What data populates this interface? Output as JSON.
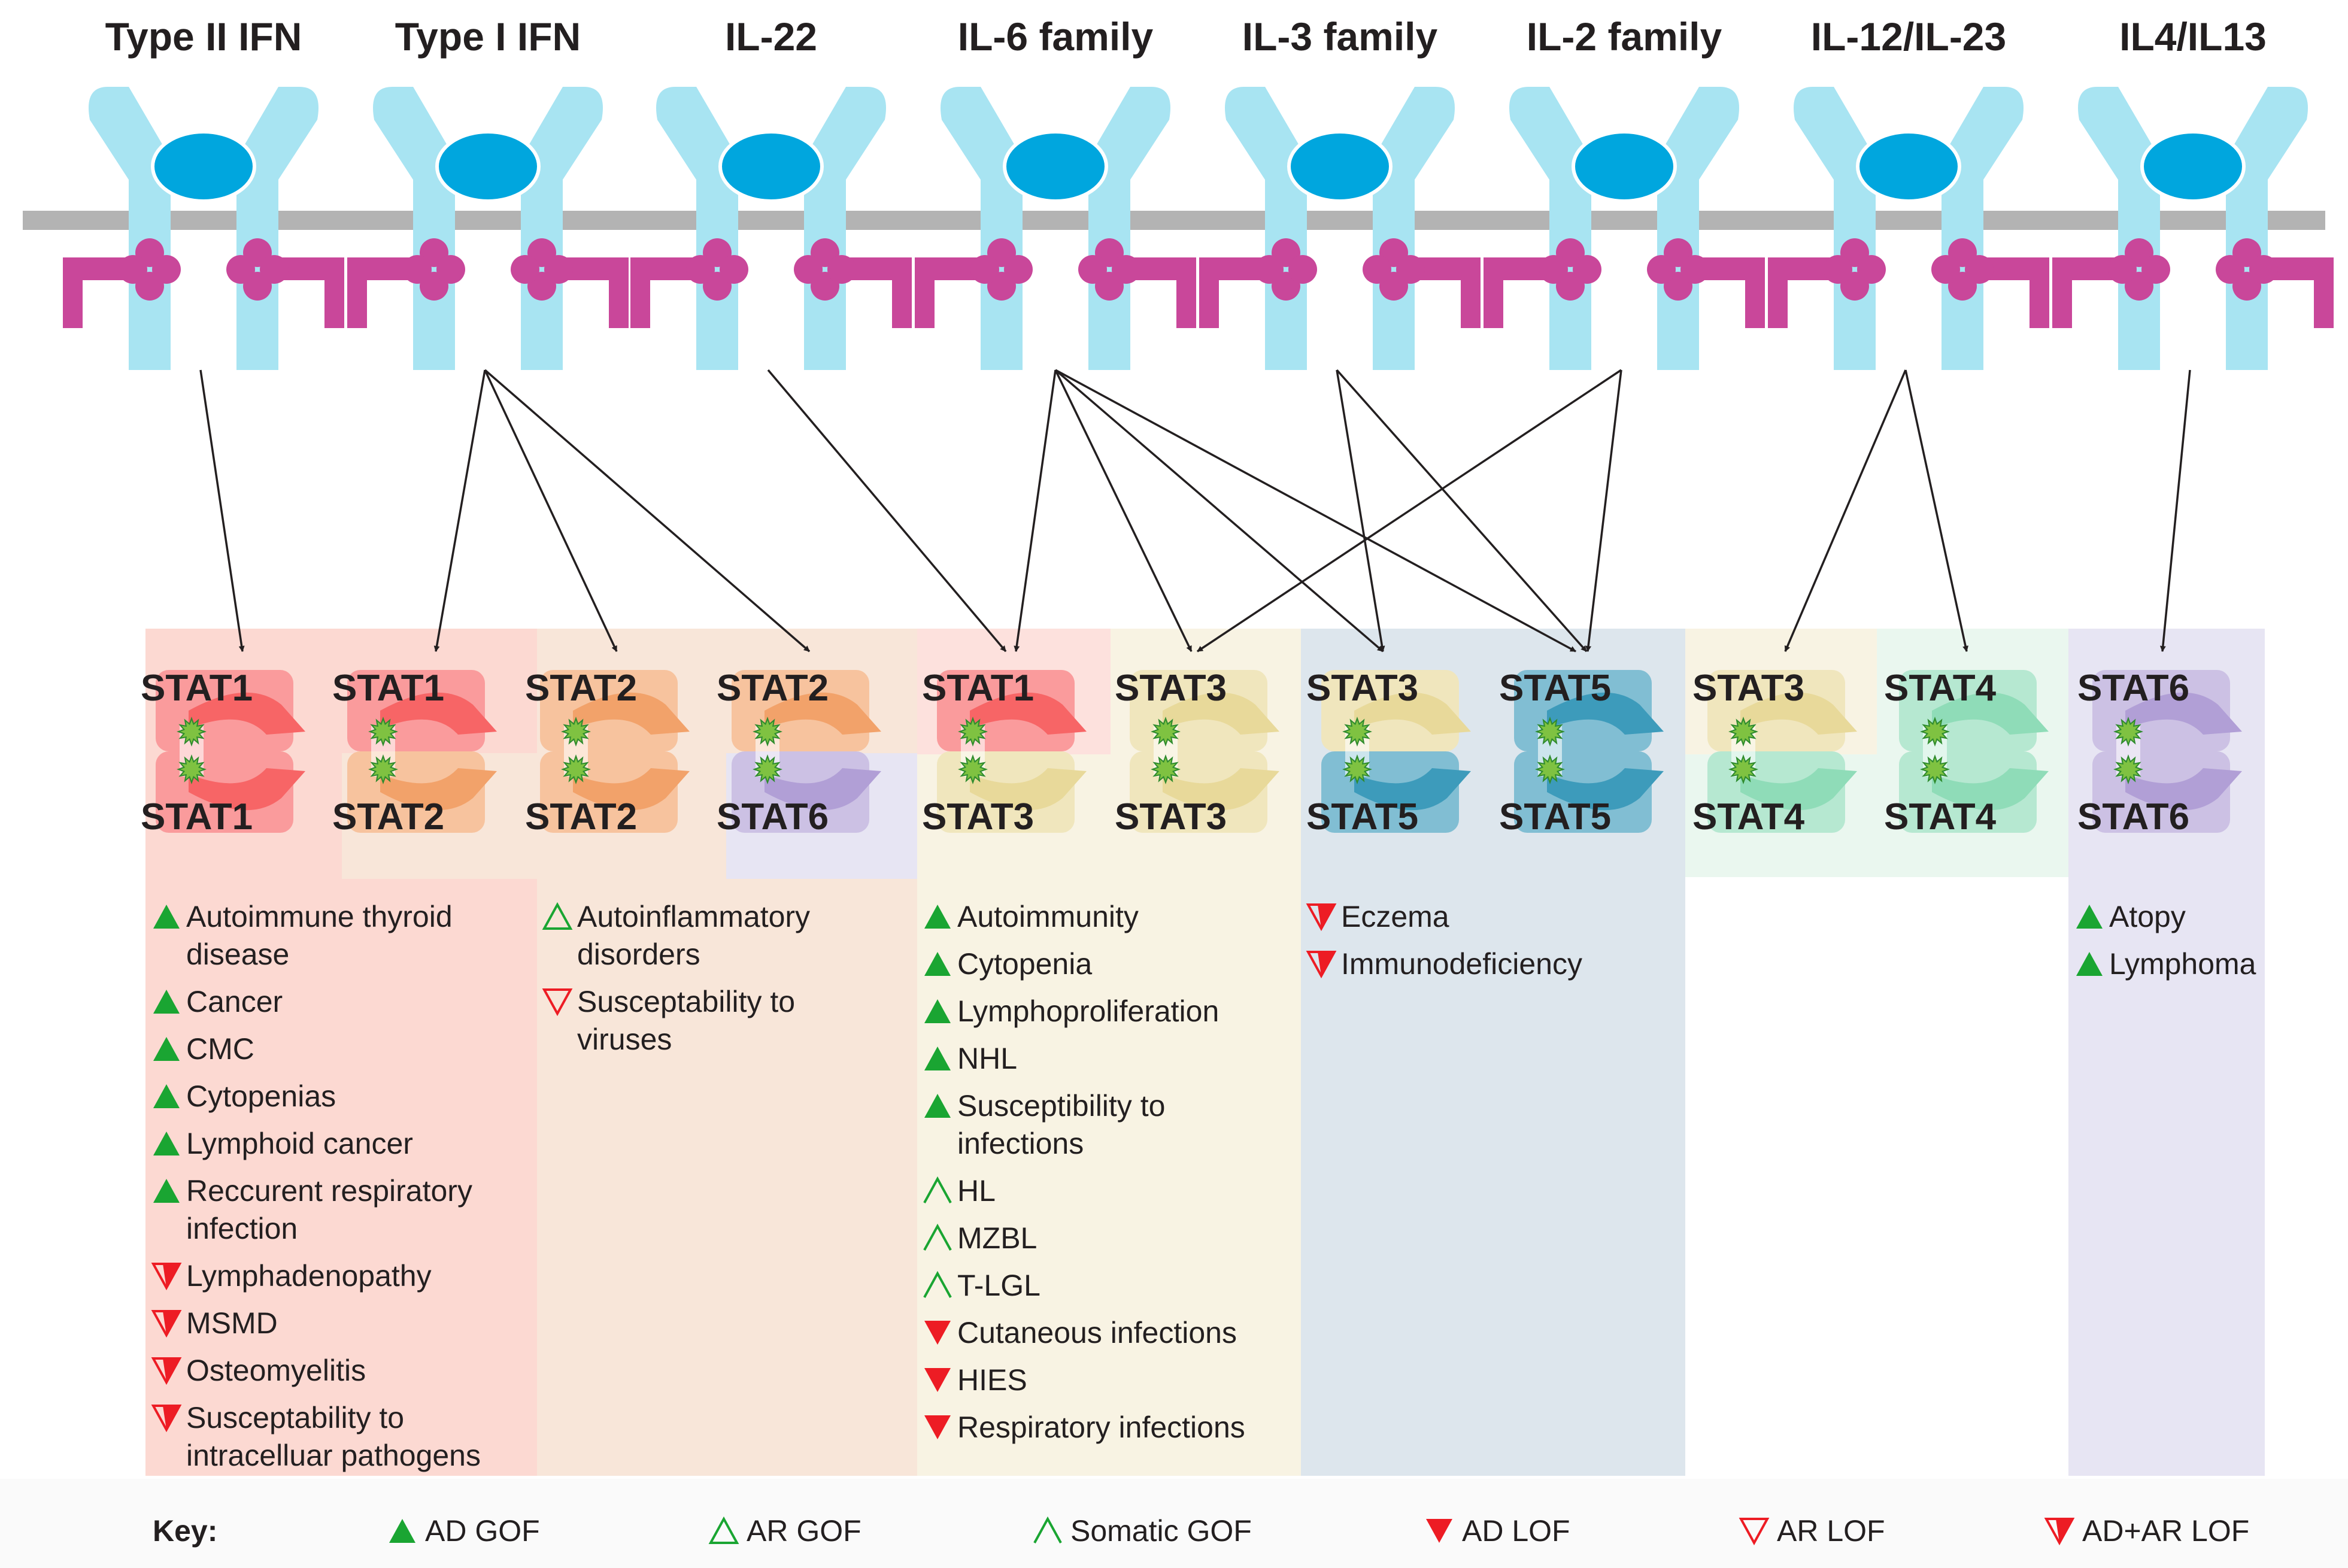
{
  "receptors": [
    {
      "title": "Type II IFN"
    },
    {
      "title": "Type I IFN"
    },
    {
      "title": "IL-22"
    },
    {
      "title": "IL-6 family"
    },
    {
      "title": "IL-3 family"
    },
    {
      "title": "IL-2 family"
    },
    {
      "title": "IL-12/IL-23"
    },
    {
      "title": "IL4/IL13"
    }
  ],
  "dimers": [
    {
      "top": "STAT1",
      "bottom": "STAT1"
    },
    {
      "top": "STAT1",
      "bottom": "STAT2"
    },
    {
      "top": "STAT2",
      "bottom": "STAT2"
    },
    {
      "top": "STAT2",
      "bottom": "STAT6"
    },
    {
      "top": "STAT1",
      "bottom": "STAT3"
    },
    {
      "top": "STAT3",
      "bottom": "STAT3"
    },
    {
      "top": "STAT3",
      "bottom": "STAT5"
    },
    {
      "top": "STAT5",
      "bottom": "STAT5"
    },
    {
      "top": "STAT3",
      "bottom": "STAT4"
    },
    {
      "top": "STAT4",
      "bottom": "STAT4"
    },
    {
      "top": "STAT6",
      "bottom": "STAT6"
    }
  ],
  "stat_colors": {
    "STAT1": "#f76566",
    "STAT2": "#f2a26a",
    "STAT3": "#e8d99a",
    "STAT4": "#8fdcb8",
    "STAT5": "#3d9bbb",
    "STAT6": "#b19fd6"
  },
  "disease_groups": [
    {
      "items": [
        {
          "lines": [
            "Autoimmune thyroid",
            "disease"
          ],
          "marker": "ad_gof"
        },
        {
          "lines": [
            "Cancer"
          ],
          "marker": "ad_gof"
        },
        {
          "lines": [
            "CMC"
          ],
          "marker": "ad_gof"
        },
        {
          "lines": [
            "Cytopenias"
          ],
          "marker": "ad_gof"
        },
        {
          "lines": [
            "Lymphoid cancer"
          ],
          "marker": "ad_gof"
        },
        {
          "lines": [
            "Reccurent respiratory",
            "infection"
          ],
          "marker": "ad_gof"
        },
        {
          "lines": [
            "Lymphadenopathy"
          ],
          "marker": "ad_ar_lof"
        },
        {
          "lines": [
            "MSMD"
          ],
          "marker": "ad_ar_lof"
        },
        {
          "lines": [
            "Osteomyelitis"
          ],
          "marker": "ad_ar_lof"
        },
        {
          "lines": [
            "Susceptability to",
            "intracelluar pathogens"
          ],
          "marker": "ad_ar_lof"
        }
      ]
    },
    {
      "items": [
        {
          "lines": [
            "Autoinflammatory",
            "disorders"
          ],
          "marker": "ar_gof"
        },
        {
          "lines": [
            "Susceptability to",
            " viruses"
          ],
          "marker": "ar_lof"
        }
      ]
    },
    {
      "items": [
        {
          "lines": [
            "Autoimmunity"
          ],
          "marker": "ad_gof"
        },
        {
          "lines": [
            "Cytopenia"
          ],
          "marker": "ad_gof"
        },
        {
          "lines": [
            "Lymphoproliferation"
          ],
          "marker": "ad_gof"
        },
        {
          "lines": [
            "NHL"
          ],
          "marker": "ad_gof"
        },
        {
          "lines": [
            "Susceptibility to",
            "infections"
          ],
          "marker": "ad_gof"
        },
        {
          "lines": [
            "HL"
          ],
          "marker": "somatic_gof"
        },
        {
          "lines": [
            "MZBL"
          ],
          "marker": "somatic_gof"
        },
        {
          "lines": [
            "T-LGL"
          ],
          "marker": "somatic_gof"
        },
        {
          "lines": [
            "Cutaneous infections"
          ],
          "marker": "ad_lof"
        },
        {
          "lines": [
            "HIES"
          ],
          "marker": "ad_lof"
        },
        {
          "lines": [
            "Respiratory infections"
          ],
          "marker": "ad_lof"
        }
      ]
    },
    {
      "items": [
        {
          "lines": [
            "Eczema"
          ],
          "marker": "ad_ar_lof"
        },
        {
          "lines": [
            "Immunodeficiency"
          ],
          "marker": "ad_ar_lof"
        }
      ]
    },
    {
      "items": []
    },
    {
      "items": [
        {
          "lines": [
            "Atopy"
          ],
          "marker": "ad_gof"
        },
        {
          "lines": [
            "Lymphoma"
          ],
          "marker": "ad_gof"
        }
      ]
    }
  ],
  "key": {
    "label": "Key:",
    "entries": [
      {
        "marker": "ad_gof",
        "label": "AD GOF"
      },
      {
        "marker": "ar_gof",
        "label": "AR GOF"
      },
      {
        "marker": "somatic_gof",
        "label": "Somatic GOF"
      },
      {
        "marker": "ad_lof",
        "label": "AD LOF"
      },
      {
        "marker": "ar_lof",
        "label": "AR LOF"
      },
      {
        "marker": "ad_ar_lof",
        "label": "AD+AR LOF"
      }
    ]
  },
  "colors": {
    "receptor": "#a8e4f2",
    "ligand": "#00a6de",
    "jak": "#c9479a",
    "membrane": "#b3b3b3",
    "gof_green": "#1aa532",
    "lof_red": "#ed1c24",
    "phospho_green": "#7fc241"
  }
}
